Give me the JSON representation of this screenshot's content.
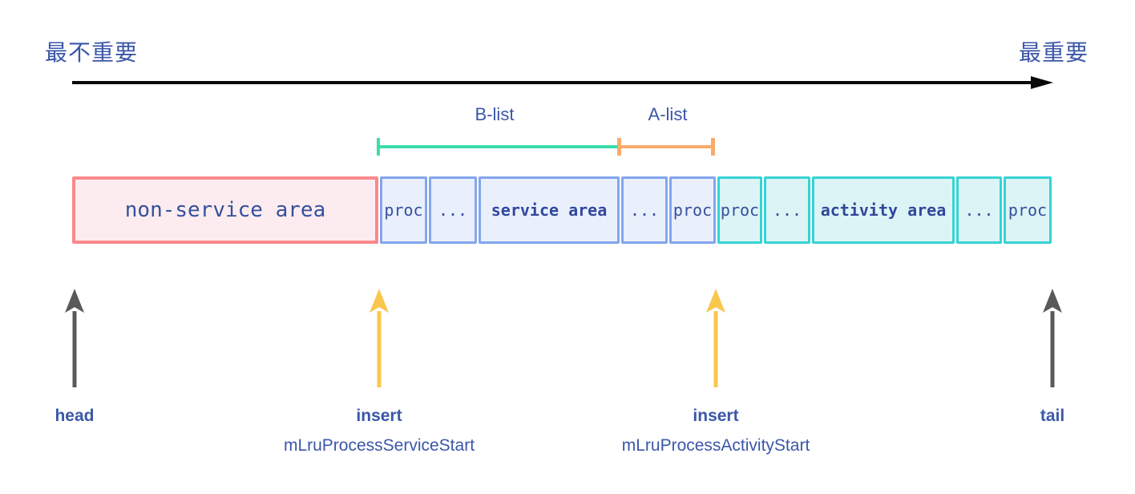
{
  "header": {
    "left_label": "最不重要",
    "right_label": "最重要"
  },
  "lists": {
    "b_list": {
      "label": "B-list",
      "color": "#3EDCAC"
    },
    "a_list": {
      "label": "A-list",
      "color": "#F8AC6B"
    }
  },
  "bar": {
    "segments": [
      {
        "label": "non-service area",
        "section": "non_service",
        "bold": false
      },
      {
        "label": "proc",
        "section": "service",
        "bold": false
      },
      {
        "label": "...",
        "section": "service",
        "bold": false
      },
      {
        "label": "service area",
        "section": "service",
        "bold": true
      },
      {
        "label": "...",
        "section": "service",
        "bold": false
      },
      {
        "label": "proc",
        "section": "service",
        "bold": false
      },
      {
        "label": "proc",
        "section": "activity",
        "bold": false
      },
      {
        "label": "...",
        "section": "activity",
        "bold": false
      },
      {
        "label": "activity area",
        "section": "activity",
        "bold": true
      },
      {
        "label": "...",
        "section": "activity",
        "bold": false
      },
      {
        "label": "proc",
        "section": "activity",
        "bold": false
      }
    ],
    "colors": {
      "non_service_border": "#F9898C",
      "non_service_fill": "#FDECEF",
      "service_border": "#83A6EC",
      "service_fill": "#E9EFFB",
      "activity_border": "#35D3D4",
      "activity_fill": "#DCF4F5",
      "text": "#35509F"
    }
  },
  "pointers": [
    {
      "label": "head",
      "sublabel": "",
      "arrow_color": "#595959"
    },
    {
      "label": "insert",
      "sublabel": "mLruProcessServiceStart",
      "arrow_color": "#F9C64E"
    },
    {
      "label": "insert",
      "sublabel": "mLruProcessActivityStart",
      "arrow_color": "#F9C64E"
    },
    {
      "label": "tail",
      "sublabel": "",
      "arrow_color": "#595959"
    }
  ],
  "colors": {
    "label_text": "#3B57A8",
    "main_arrow": "#0A0A0A",
    "b_list": "#3EDCAC",
    "a_list": "#F8AC6B",
    "insert_arrow": "#F9C64E",
    "head_tail_arrow": "#595959"
  }
}
